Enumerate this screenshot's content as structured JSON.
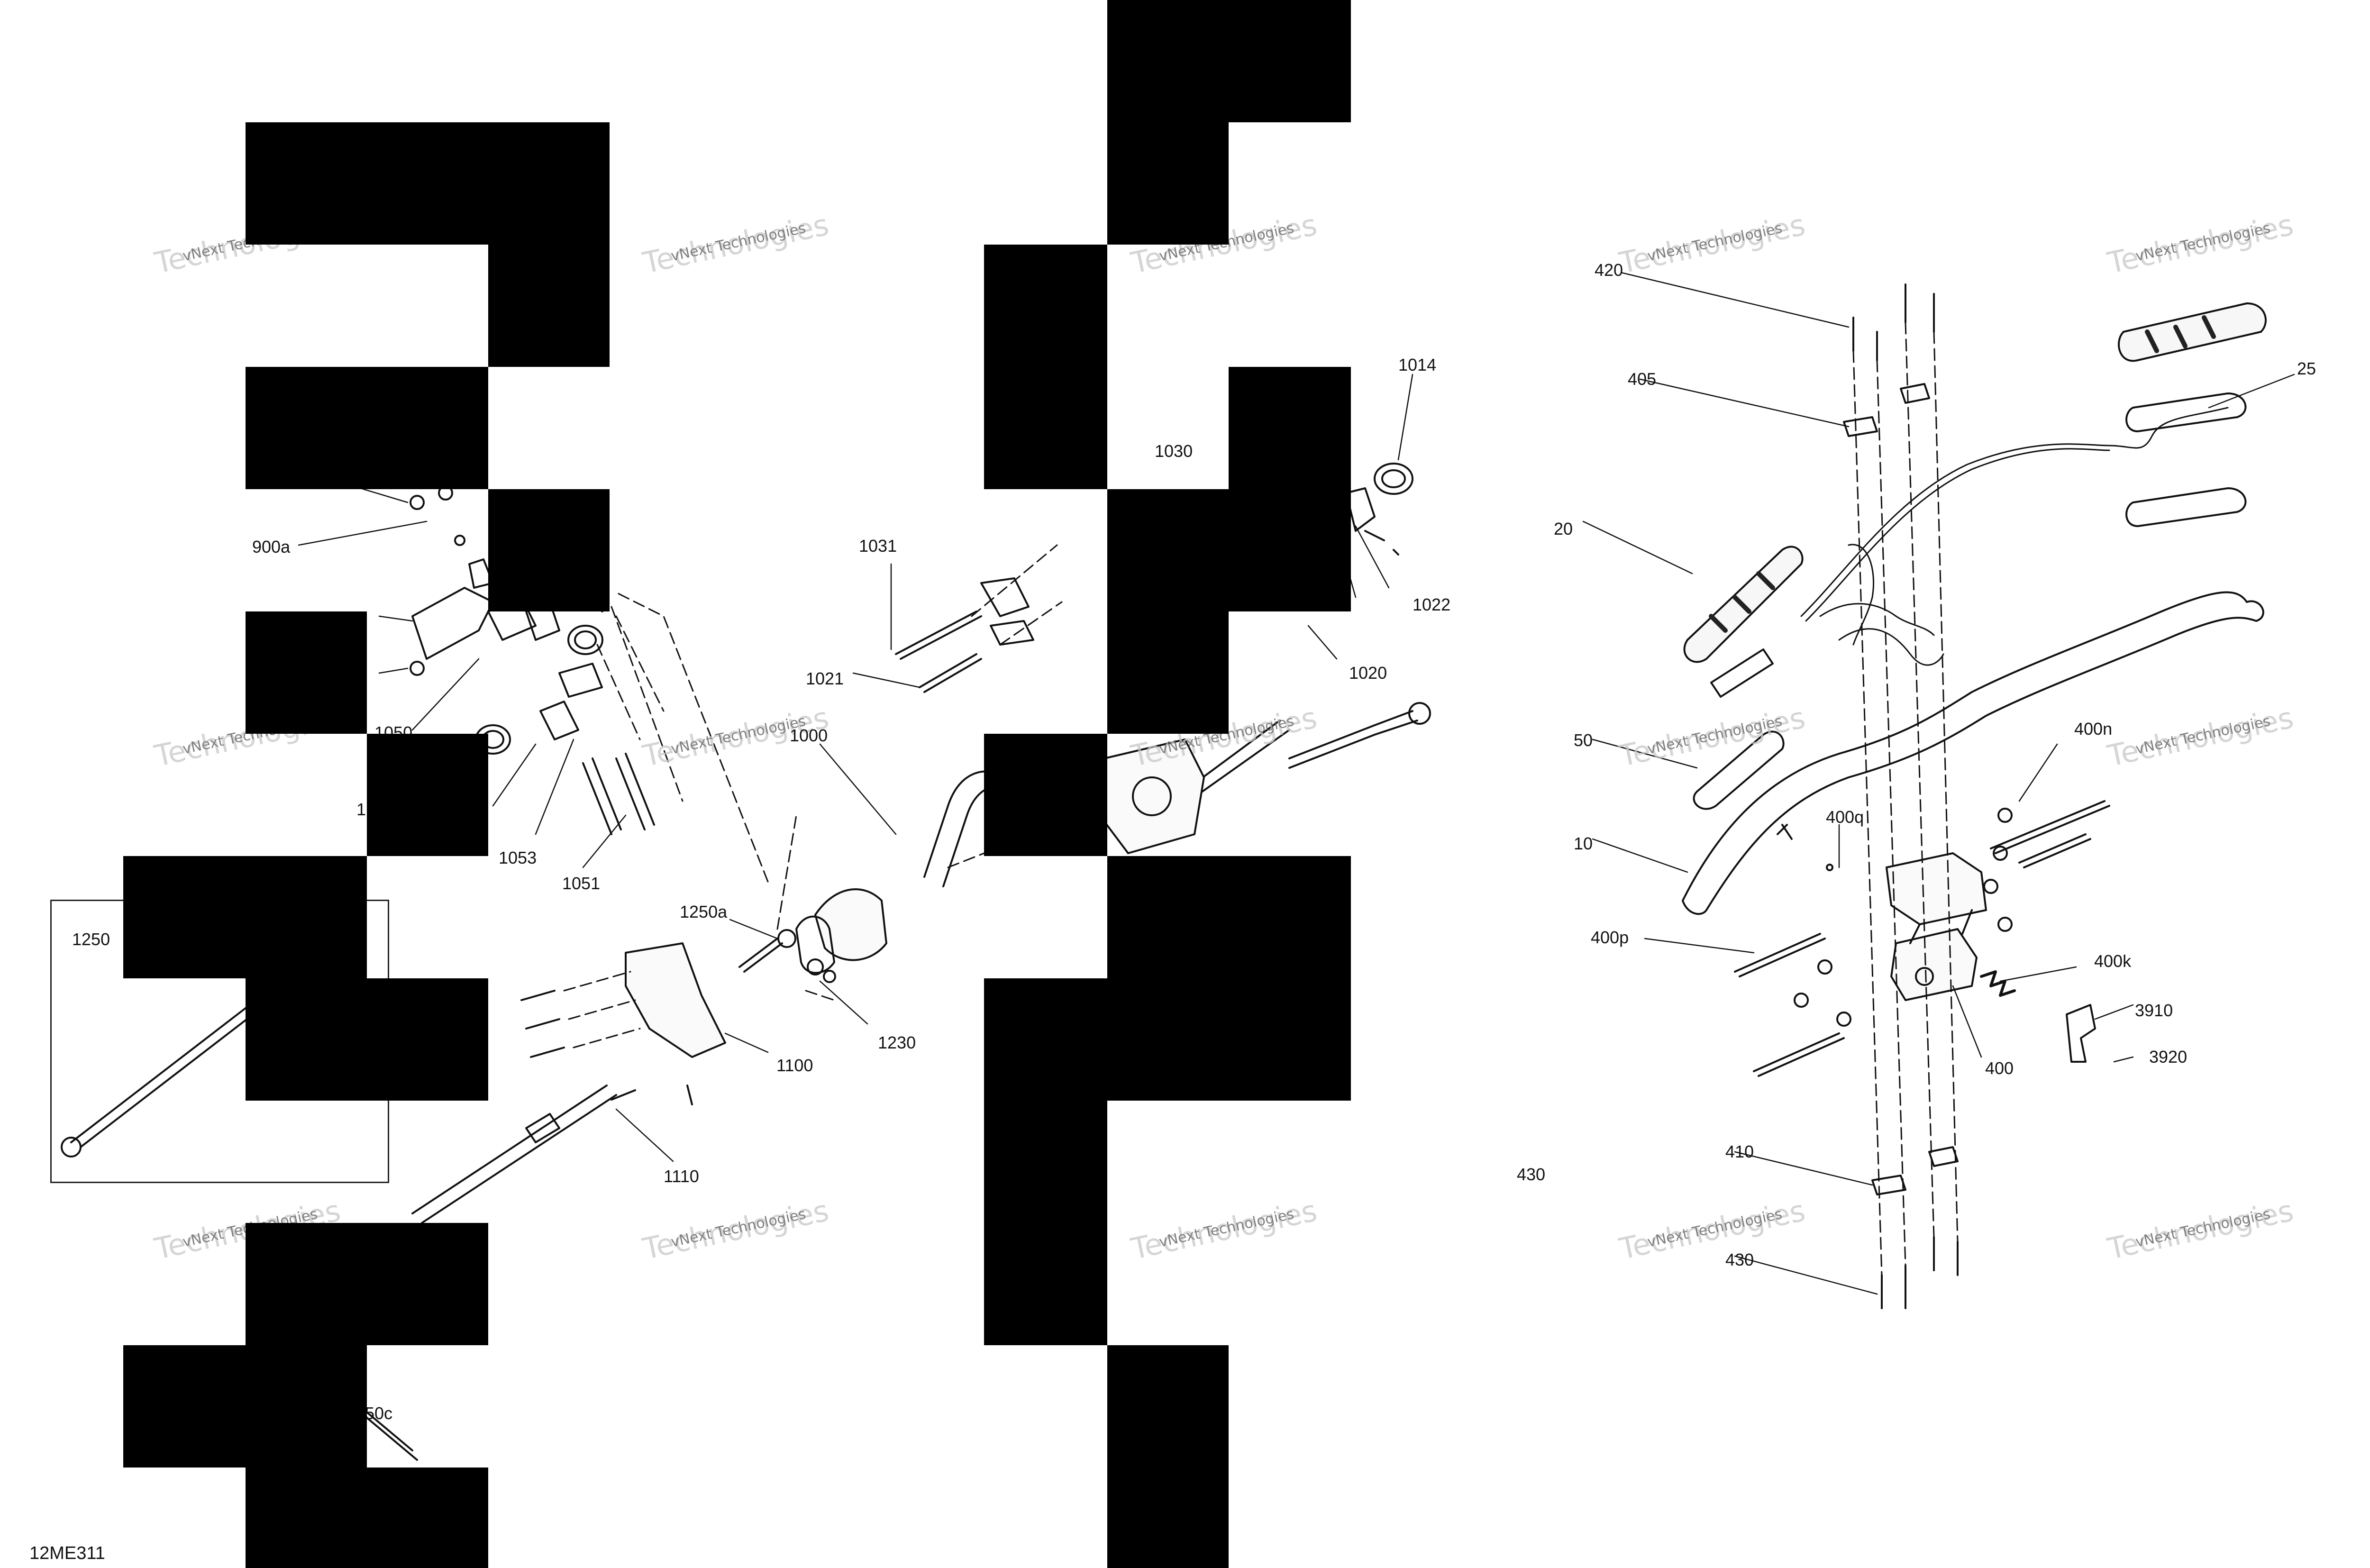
{
  "diagram": {
    "code": "12ME311",
    "watermark_lines": [
      "vNext Technologies",
      "Technologies"
    ],
    "callouts": [
      {
        "id": "c420",
        "text": "420"
      },
      {
        "id": "c405",
        "text": "405"
      },
      {
        "id": "c20",
        "text": "20"
      },
      {
        "id": "c25",
        "text": "25"
      },
      {
        "id": "c50",
        "text": "50"
      },
      {
        "id": "c10",
        "text": "10"
      },
      {
        "id": "c400q",
        "text": "400q"
      },
      {
        "id": "c400n",
        "text": "400n"
      },
      {
        "id": "c400p",
        "text": "400p"
      },
      {
        "id": "c400k",
        "text": "400k"
      },
      {
        "id": "c3910",
        "text": "3910"
      },
      {
        "id": "c3920",
        "text": "3920"
      },
      {
        "id": "c400",
        "text": "400"
      },
      {
        "id": "c410",
        "text": "410"
      },
      {
        "id": "c430a",
        "text": "430"
      },
      {
        "id": "c430b",
        "text": "430"
      },
      {
        "id": "c1014",
        "text": "1014"
      },
      {
        "id": "c1030",
        "text": "1030"
      },
      {
        "id": "c1031",
        "text": "1031"
      },
      {
        "id": "c1021",
        "text": "1021"
      },
      {
        "id": "c1022",
        "text": "1022"
      },
      {
        "id": "c1020",
        "text": "1020"
      },
      {
        "id": "c1000",
        "text": "1000"
      },
      {
        "id": "c1250a",
        "text": "1250a"
      },
      {
        "id": "c1230",
        "text": "1230"
      },
      {
        "id": "c1100",
        "text": "1100"
      },
      {
        "id": "c1110",
        "text": "1110"
      },
      {
        "id": "c900a",
        "text": "900a"
      },
      {
        "id": "c1050",
        "text": "1050"
      },
      {
        "id": "c1053",
        "text": "1053"
      },
      {
        "id": "c1051",
        "text": "1051"
      },
      {
        "id": "c1250",
        "text": "1250"
      },
      {
        "id": "c50c",
        "text": "50c"
      },
      {
        "id": "c1frag",
        "text": "1"
      }
    ]
  }
}
